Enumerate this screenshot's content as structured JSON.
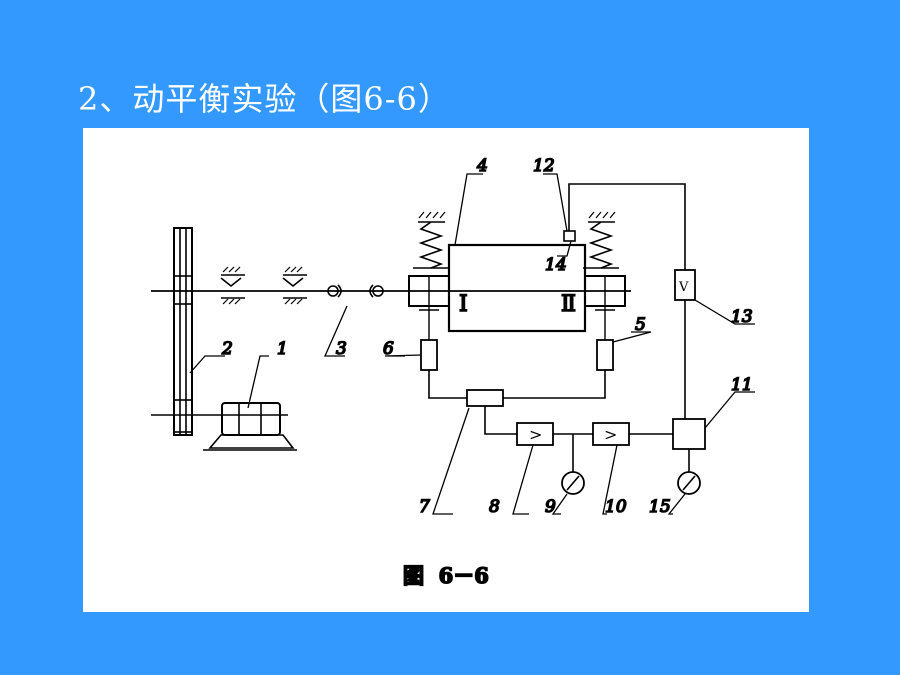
{
  "slide": {
    "title": "2、动平衡实验（图6-6）",
    "background_color": "#3399ff"
  },
  "figure": {
    "caption": "图  6－6",
    "part_labels": [
      "1",
      "2",
      "3",
      "4",
      "5",
      "6",
      "7",
      "8",
      "9",
      "10",
      "11",
      "12",
      "13",
      "14",
      "15"
    ],
    "roman_labels": [
      "Ⅰ",
      "Ⅱ"
    ],
    "amplifier_symbol": ">",
    "detector_symbol": "V"
  }
}
